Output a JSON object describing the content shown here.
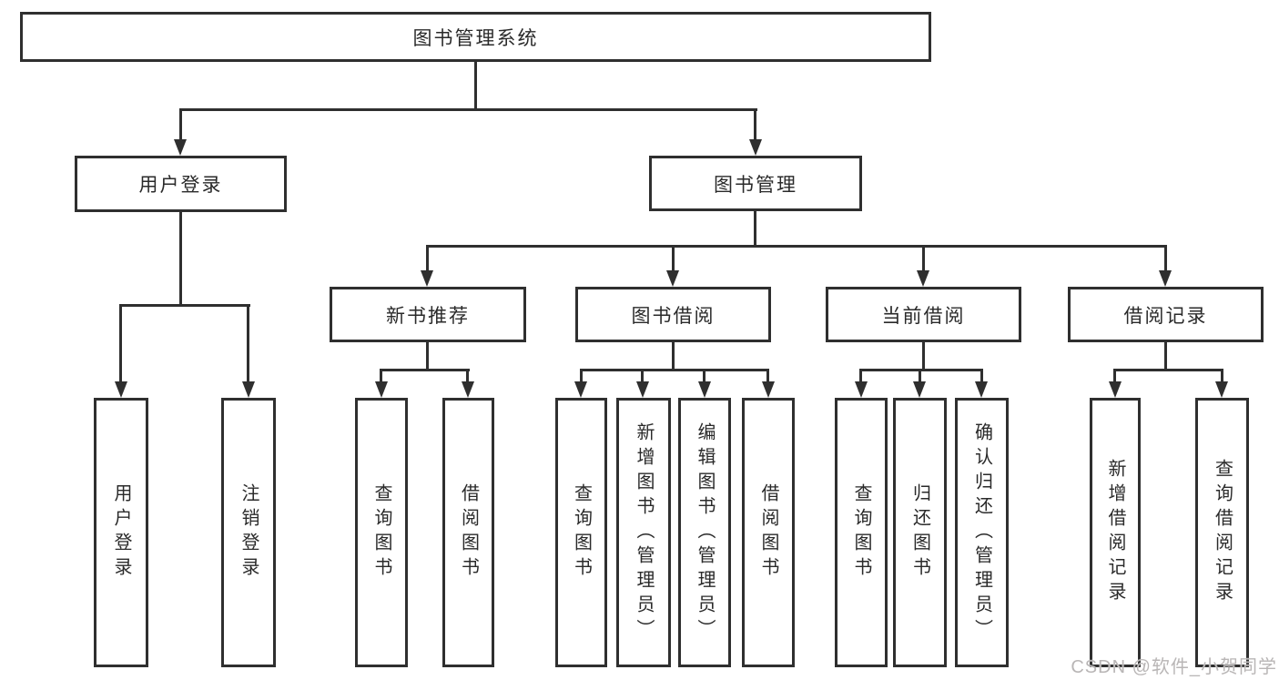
{
  "diagram": {
    "type": "hierarchy-tree",
    "colors": {
      "line": "#2f2f2f",
      "box_background": "#ffffff",
      "text": "#2a2a2a",
      "watermark": "#b9b6b6"
    },
    "nodes": {
      "root": "图书管理系统",
      "l2_user_login": "用户登录",
      "l2_book_mgmt": "图书管理",
      "l3_new_book_rec": "新书推荐",
      "l3_book_borrow": "图书借阅",
      "l3_current_borrow": "当前借阅",
      "l3_borrow_records": "借阅记录",
      "leaf_user_login": "用户登录",
      "leaf_logout": "注销登录",
      "leaf_rec_query_books": "查询图书",
      "leaf_rec_borrow_books": "借阅图书",
      "leaf_bb_query_books": "查询图书",
      "leaf_bb_add_books": "新增图书（管理员）",
      "leaf_bb_edit_books": "编辑图书（管理员）",
      "leaf_bb_borrow_books": "借阅图书",
      "leaf_cur_query_books": "查询图书",
      "leaf_cur_return_books": "归还图书",
      "leaf_cur_confirm_return": "确认归还（管理员）",
      "leaf_records_add": "新增借阅记录",
      "leaf_records_query": "查询借阅记录"
    },
    "hierarchy": {
      "图书管理系统": {
        "用户登录": [
          "用户登录",
          "注销登录"
        ],
        "图书管理": {
          "新书推荐": [
            "查询图书",
            "借阅图书"
          ],
          "图书借阅": [
            "查询图书",
            "新增图书（管理员）",
            "编辑图书（管理员）",
            "借阅图书"
          ],
          "当前借阅": [
            "查询图书",
            "归还图书",
            "确认归还（管理员）"
          ],
          "借阅记录": [
            "新增借阅记录",
            "查询借阅记录"
          ]
        }
      }
    },
    "watermark": "CSDN @软件_小贺同学"
  }
}
